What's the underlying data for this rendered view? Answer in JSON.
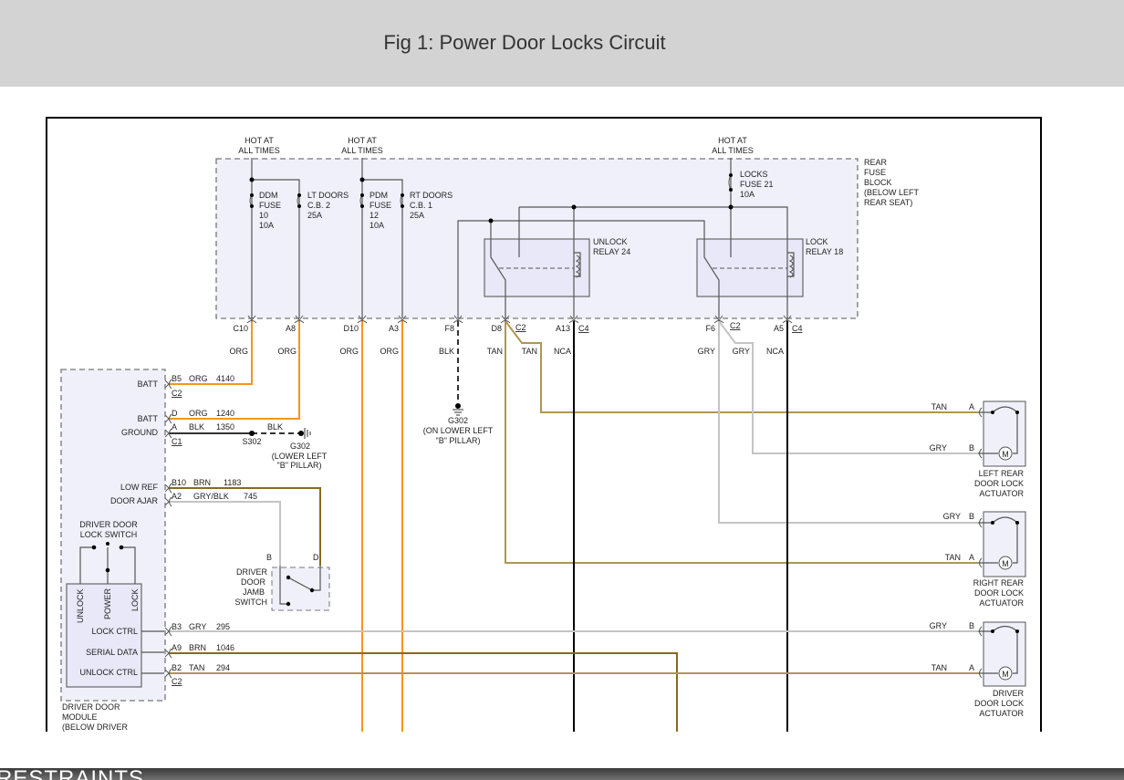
{
  "header": {
    "title": "Fig 1: Power Door Locks Circuit"
  },
  "footer": {
    "section_title": "RESTRAINTS"
  },
  "colors": {
    "orange": "#f7941d",
    "tan": "#ad9655",
    "brown": "#876a1e",
    "gray": "#c4c4c4",
    "black": "#000000",
    "box_fill": "#f0f0fb"
  },
  "diagram": {
    "hot": [
      "HOT AT",
      "ALL TIMES"
    ],
    "rear_fuse_block": [
      "REAR",
      "FUSE",
      "BLOCK",
      "(BELOW LEFT",
      "REAR SEAT)"
    ],
    "fuses": {
      "ddm": [
        "DDM",
        "FUSE",
        "10",
        "10A"
      ],
      "lt_doors": [
        "LT DOORS",
        "C.B. 2",
        "25A"
      ],
      "pdm": [
        "PDM",
        "FUSE",
        "12",
        "10A"
      ],
      "rt_doors": [
        "RT DOORS",
        "C.B. 1",
        "25A"
      ],
      "locks": [
        "LOCKS",
        "FUSE 21",
        "10A"
      ]
    },
    "relays": {
      "unlock": [
        "UNLOCK",
        "RELAY 24"
      ],
      "lock": [
        "LOCK",
        "RELAY 18"
      ]
    },
    "block_pins": {
      "c10": "C10",
      "a8": "A8",
      "d10": "D10",
      "a3": "A3",
      "f8": "F8",
      "d8": "D8",
      "c2a": "C2",
      "a13": "A13",
      "c4a": "C4",
      "f6": "F6",
      "c2b": "C2",
      "a5": "A5",
      "c4b": "C4"
    },
    "block_wires": {
      "c10": "ORG",
      "a8": "ORG",
      "d10": "ORG",
      "a3": "ORG",
      "f8": "BLK",
      "d8": "TAN",
      "d8b": "TAN",
      "a13": "NCA",
      "f6": "GRY",
      "f6b": "GRY",
      "a5": "NCA"
    },
    "ground_f8": [
      "G302",
      "(ON LOWER LEFT",
      "\"B\" PILLAR)"
    ],
    "module": {
      "title": [
        "DRIVER DOOR",
        "MODULE",
        "(BELOW DRIVER"
      ],
      "batt1": "BATT",
      "batt2": "BATT",
      "ground": "GROUND",
      "low_ref": "LOW REF",
      "door_ajar": "DOOR AJAR",
      "lock_ctrl": "LOCK CTRL",
      "serial_data": "SERIAL DATA",
      "unlock_ctrl": "UNLOCK CTRL",
      "switch_title": [
        "DRIVER DOOR",
        "LOCK SWITCH"
      ],
      "switch_positions": [
        "UNLOCK",
        "POWER",
        "LOCK"
      ],
      "circuits": {
        "b5": [
          "B5",
          "ORG",
          "4140"
        ],
        "d": [
          "D",
          "ORG",
          "1240"
        ],
        "a": [
          "A",
          "BLK",
          "1350"
        ],
        "b10": [
          "B10",
          "BRN",
          "1183"
        ],
        "a2": [
          "A2",
          "GRY/BLK",
          "745"
        ],
        "b3": [
          "B3",
          "GRY",
          "295"
        ],
        "a9": [
          "A9",
          "BRN",
          "1046"
        ],
        "b2": [
          "B2",
          "TAN",
          "294"
        ]
      },
      "connectors": {
        "c2_top": "C2",
        "c1": "C1",
        "c2_bottom": "C2"
      }
    },
    "splice": "S302",
    "splice_wire": "BLK",
    "ground_module": [
      "G302",
      "(LOWER LEFT",
      "\"B\" PILLAR)"
    ],
    "jamb_switch": {
      "title": [
        "DRIVER",
        "DOOR",
        "JAMB",
        "SWITCH"
      ],
      "pin_b": "B",
      "pin_d": "D"
    },
    "actuators": {
      "left_rear": {
        "title": [
          "LEFT REAR",
          "DOOR LOCK",
          "ACTUATOR"
        ],
        "wire_a": "TAN",
        "pin_a": "A",
        "wire_b": "GRY",
        "pin_b": "B"
      },
      "right_rear": {
        "title": [
          "RIGHT REAR",
          "DOOR LOCK",
          "ACTUATOR"
        ],
        "wire_b": "GRY",
        "pin_b": "B",
        "wire_a": "TAN",
        "pin_a": "A"
      },
      "driver": {
        "title": [
          "DRIVER",
          "DOOR LOCK",
          "ACTUATOR"
        ],
        "wire_b": "GRY",
        "pin_b": "B",
        "wire_a": "TAN",
        "pin_a": "A"
      },
      "motor_label": "M"
    }
  }
}
